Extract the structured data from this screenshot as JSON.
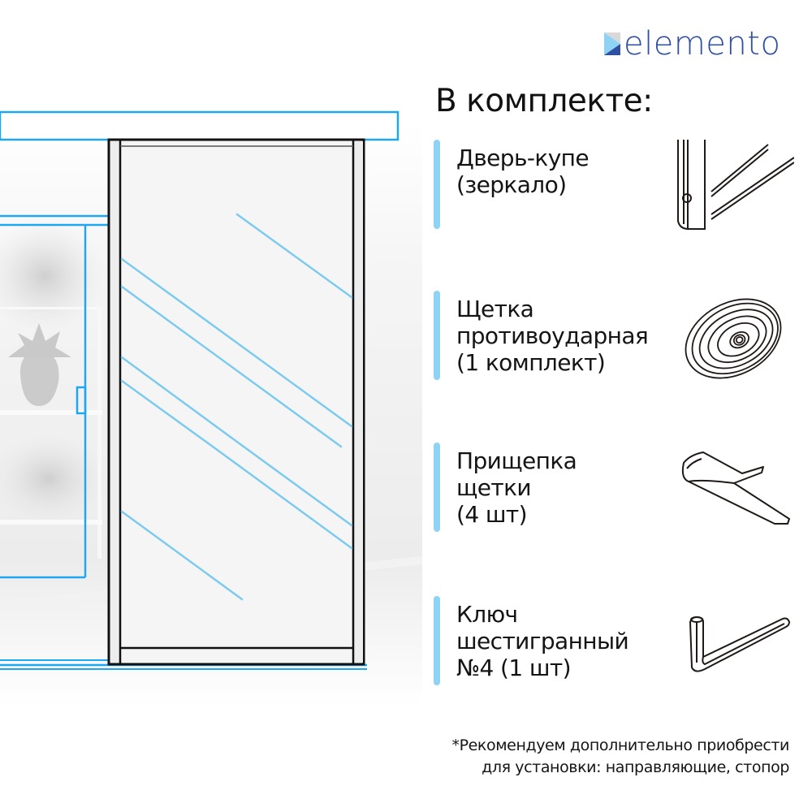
{
  "brand": {
    "logo_text": "elemento",
    "logo_color": "#2f4fa3",
    "logo_mark_colors": [
      "#8fd3f4",
      "#2f4fa3",
      "#d9d9d9"
    ]
  },
  "heading": "В комплекте:",
  "items": [
    {
      "label": "Дверь-купе\n(зеркало)",
      "icon": "door-frame-corner-icon"
    },
    {
      "label": "Щетка\nпротивоударная\n(1 комплект)",
      "icon": "bumper-brush-icon"
    },
    {
      "label": "Прищепка\nщетки\n(4 шт)",
      "icon": "brush-clip-icon"
    },
    {
      "label": "Ключ\nшестигранный\n№4 (1 шт)",
      "icon": "hex-key-icon"
    }
  ],
  "footnote": {
    "line1": "*Рекомендуем дополнительно приобрести",
    "line2": "для установки: направляющие, стопор"
  },
  "colors": {
    "accent_bar": "#8fd3f4",
    "blueprint_line": "#1ea7f0",
    "mirror_stripe": "#7ccbef",
    "frame": "#111111"
  },
  "illustration": {
    "subject": "sliding-mirror-door-in-interior",
    "mirror_stripes": 7
  }
}
